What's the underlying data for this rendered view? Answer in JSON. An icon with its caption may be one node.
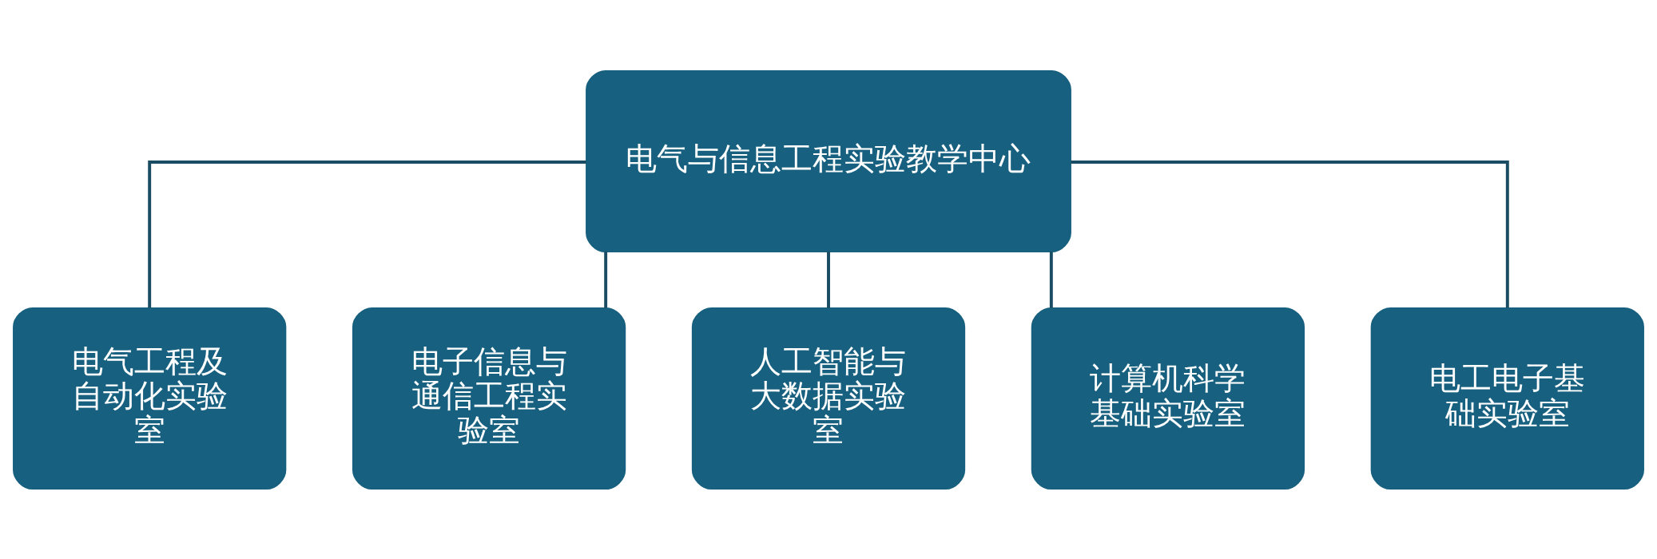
{
  "diagram": {
    "nodes": [
      {
        "text": [
          "电气与信息工程实验教学中心"
        ]
      },
      {
        "text": [
          "电气工程及自动化实验室"
        ]
      },
      {
        "text": [
          "电子信息与通信工程实验室"
        ]
      },
      {
        "text": [
          "人工智能与大数据实验室"
        ]
      },
      {
        "text": [
          "计算机科学基础实验室"
        ]
      },
      {
        "text": [
          "电工电子基础实验室"
        ]
      }
    ],
    "edges": [
      {
        "from": 0,
        "to": 1,
        "arrow": "none"
      },
      {
        "from": 0,
        "to": 2,
        "arrow": "none"
      },
      {
        "from": 0,
        "to": 3,
        "arrow": "none"
      },
      {
        "from": 0,
        "to": 4,
        "arrow": "none"
      },
      {
        "from": 0,
        "to": 5,
        "arrow": "none"
      }
    ]
  }
}
